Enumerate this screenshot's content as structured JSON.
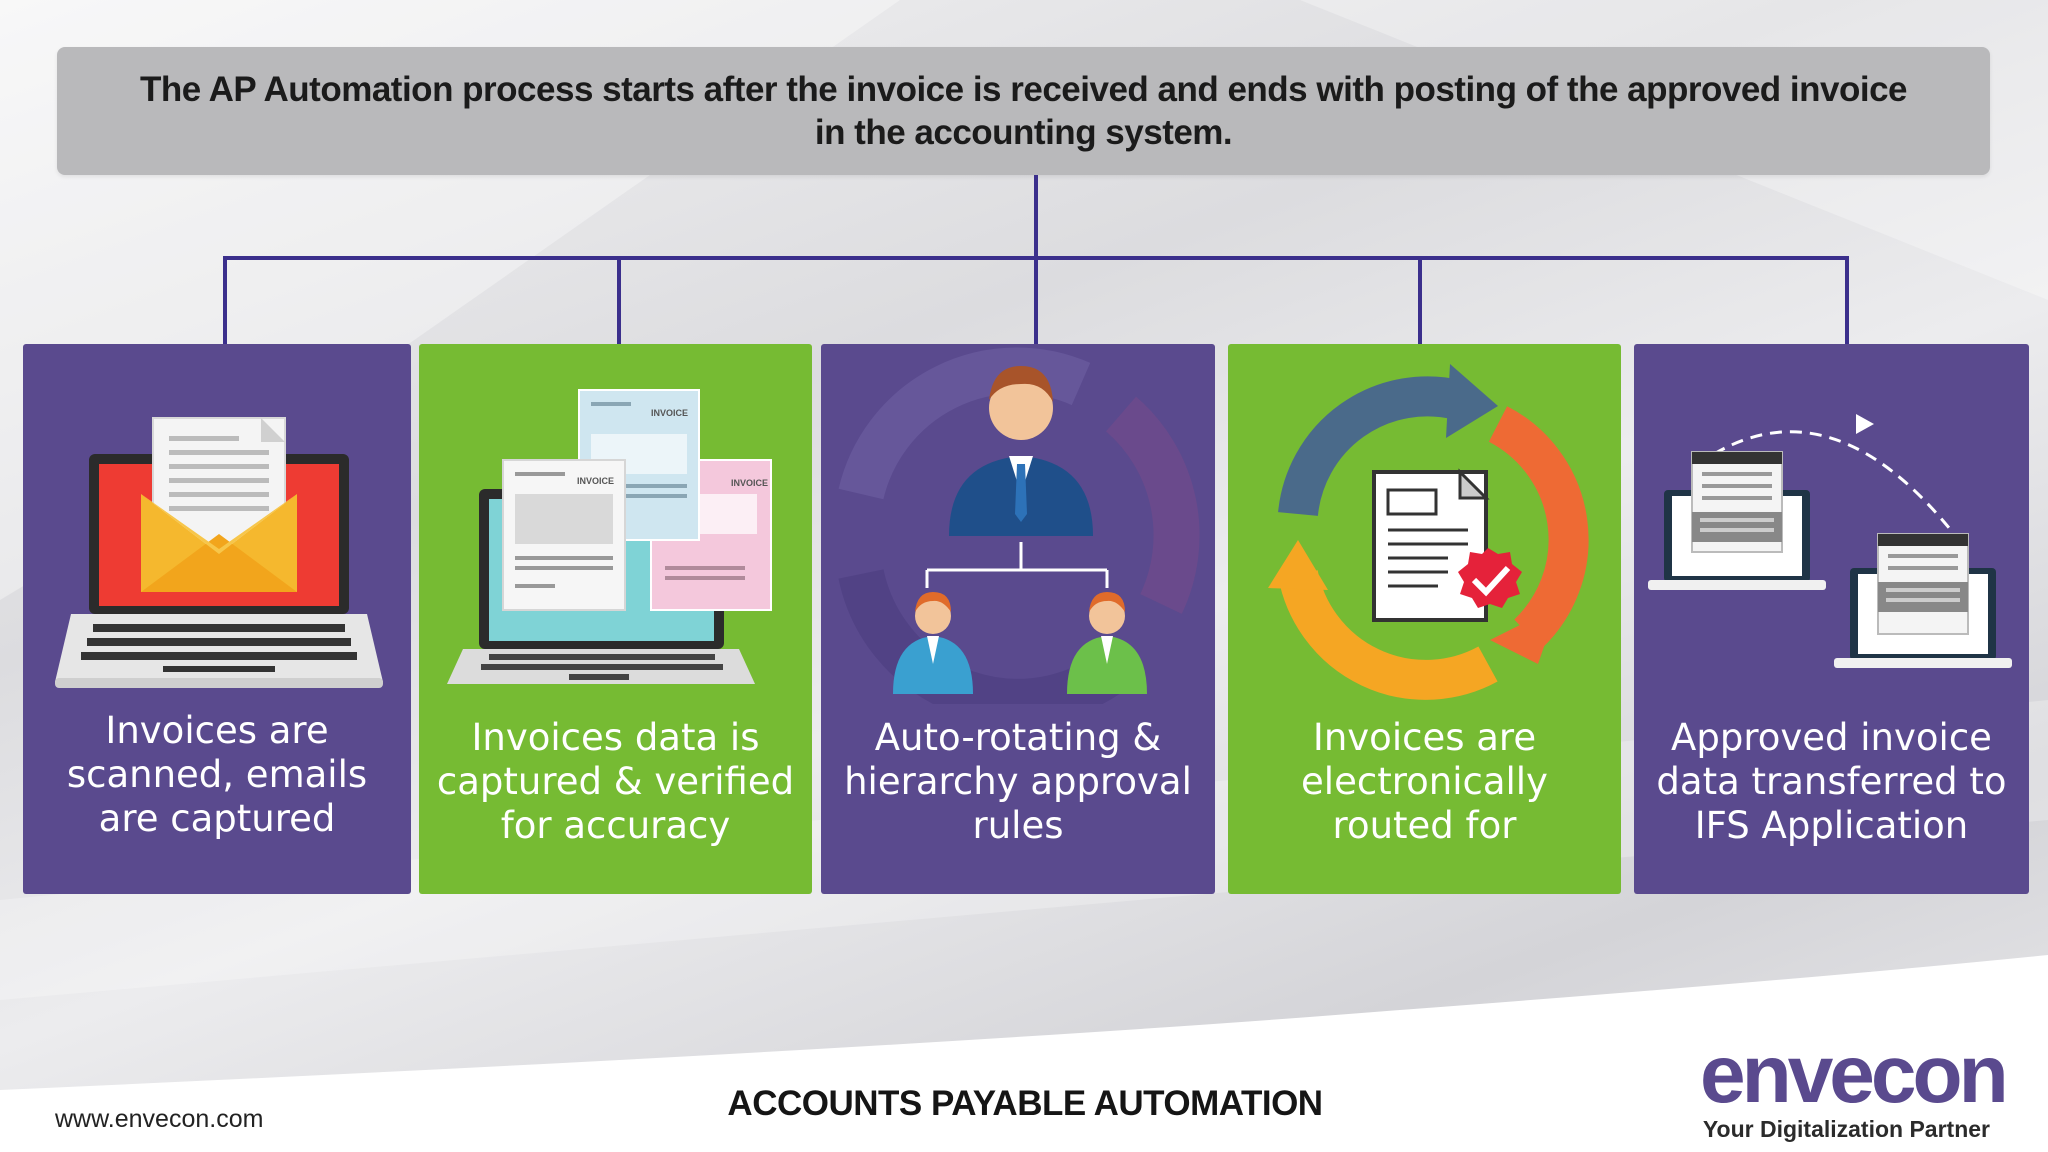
{
  "header": {
    "text": "The AP Automation process starts after the invoice is received and ends with posting of the approved invoice in the accounting system."
  },
  "steps": [
    {
      "label": "Invoices are scanned, emails are captured",
      "color": "#5a4a8e",
      "illustration": "laptop-envelope-icon"
    },
    {
      "label": "Invoices data is captured & verified for accuracy",
      "color": "#76bb33",
      "illustration": "laptop-invoices-icon",
      "doc_label": "INVOICE"
    },
    {
      "label": "Auto-rotating & hierarchy approval rules",
      "color": "#5a4a8e",
      "illustration": "approval-hierarchy-icon"
    },
    {
      "label": "Invoices are electronically routed for",
      "color": "#76bb33",
      "illustration": "routing-cycle-icon"
    },
    {
      "label": "Approved invoice data transferred to IFS Application",
      "color": "#5a4a8e",
      "illustration": "data-transfer-icon"
    }
  ],
  "footer": {
    "website": "www.envecon.com",
    "title": "ACCOUNTS PAYABLE AUTOMATION",
    "logo_text": "envecon",
    "tagline": "Your Digitalization Partner"
  },
  "colors": {
    "purple": "#5a4a8e",
    "green": "#76bb33",
    "connector": "#3b2f8c"
  }
}
